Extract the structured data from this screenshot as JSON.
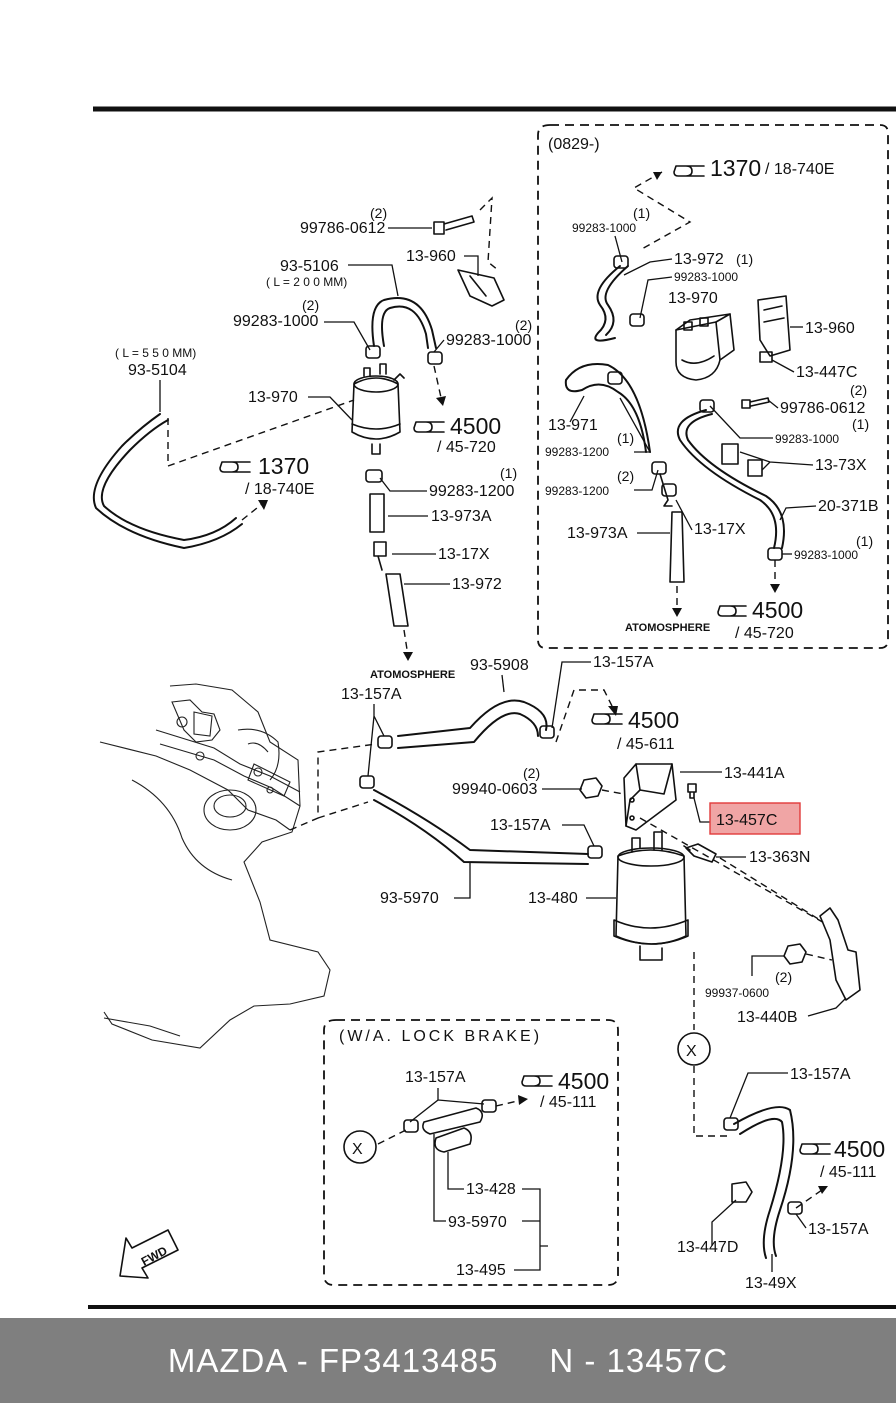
{
  "diagram": {
    "part_labels": {
      "p99786_0612_top": "99786-0612",
      "p13_960_left": "13-960",
      "p93_5106": "93-5106",
      "p93_5106_len": "( L = 2 0 0 MM)",
      "p99283_1000_a": "99283-1000",
      "p99283_1000_b": "99283-1000",
      "p93_5104_len": "( L = 5 5 0 MM)",
      "p93_5104": "93-5104",
      "p13_970_left": "13-970",
      "p99283_1200_left": "99283-1200",
      "p13_973A_left": "13-973A",
      "p13_17X_left": "13-17X",
      "p13_972_left": "13-972",
      "atmo_left": "ATOMOSPHERE",
      "p93_5908": "93-5908",
      "p13_157A_a": "13-157A",
      "p13_157A_b": "13-157A",
      "p13_441A": "13-441A",
      "p99940_0603": "99940-0603",
      "p13_457C": "13-457C",
      "p13_157A_c": "13-157A",
      "p13_363N": "13-363N",
      "p93_5970": "93-5970",
      "p13_480": "13-480",
      "p99937_0600": "99937-0600",
      "p13_440B": "13-440B",
      "p13_157A_d": "13-157A",
      "p13_447D": "13-447D",
      "p13_157A_e": "13-157A",
      "p13_49X": "13-49X"
    },
    "inset_0829": {
      "title": "(0829-)",
      "labels": {
        "p99283_1000_a": "99283-1000",
        "p13_972": "13-972",
        "p99283_1000_b": "99283-1000",
        "p13_970": "13-970",
        "p13_960": "13-960",
        "p13_447C": "13-447C",
        "p99786_0612": "99786-0612",
        "p13_971": "13-971",
        "p99283_1000_c": "99283-1000",
        "p99283_1200_a": "99283-1200",
        "p13_73X": "13-73X",
        "p99283_1200_b": "99283-1200",
        "p13_17X": "13-17X",
        "p20_371B": "20-371B",
        "p13_973A": "13-973A",
        "p99283_1000_d": "99283-1000",
        "atmo": "ATOMOSPHERE"
      }
    },
    "inset_lock_brake": {
      "title": "(W/A. LOCK  BRAKE)",
      "labels": {
        "p13_157A": "13-157A",
        "p13_428": "13-428",
        "p93_5970": "93-5970",
        "p13_495": "13-495"
      }
    },
    "references": {
      "ref_1370_top": {
        "num": "1370",
        "sub": "/ 18-740E"
      },
      "ref_1370_left": {
        "num": "1370",
        "sub": "/ 18-740E"
      },
      "ref_4500_a": {
        "num": "4500",
        "sub": "/ 45-720"
      },
      "ref_4500_b": {
        "num": "4500",
        "sub": "/ 45-720"
      },
      "ref_4500_c": {
        "num": "4500",
        "sub": "/ 45-611"
      },
      "ref_4500_d": {
        "num": "4500",
        "sub": "/ 45-111"
      },
      "ref_4500_e": {
        "num": "4500",
        "sub": "/ 45-111"
      }
    },
    "quantities": {
      "q1": "(1)",
      "q2": "(2)"
    },
    "connector_mark": "X",
    "fwd": "FWD",
    "highlight_color": "#e23b3b"
  },
  "footer": {
    "text": "MAZDA - FP3413485     N - 13457C"
  }
}
